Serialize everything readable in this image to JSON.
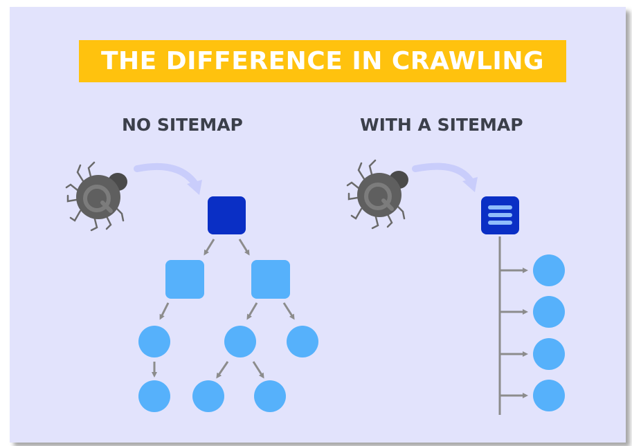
{
  "title": "THE DIFFERENCE IN CRAWLING",
  "sections": {
    "no_sitemap": {
      "heading": "NO SITEMAP"
    },
    "with_sitemap": {
      "heading": "WITH A SITEMAP"
    }
  },
  "colors": {
    "background": "#e2e3fc",
    "banner": "#ffc20e",
    "heading": "#3b3f4a",
    "root_node": "#0a2fc5",
    "child_node": "#56b1fb",
    "arrow": "#8c8c8c",
    "swoosh_arrow": "#c9cdfb",
    "crawler_bug": "#5f5f5f"
  },
  "icons": [
    "crawler-bug-icon",
    "sitemap-list-icon",
    "curved-arrow-icon"
  ]
}
